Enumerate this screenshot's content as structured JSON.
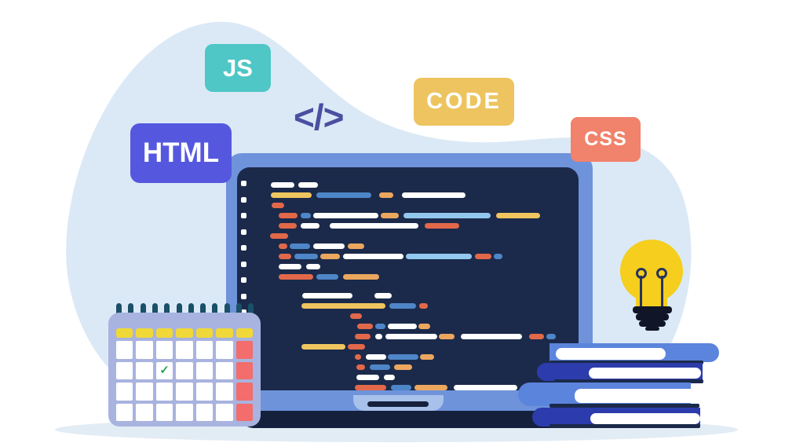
{
  "illustration": {
    "background": {
      "blob_color": "#DBE9F6",
      "page_color": "#FFFFFF",
      "shadow_color": "#E2ECF5"
    },
    "badges": [
      {
        "id": "js",
        "label": "JS",
        "bg": "#4EC7C6"
      },
      {
        "id": "html",
        "label": "HTML",
        "bg": "#5558DF"
      },
      {
        "id": "code",
        "label": "CODE",
        "bg": "#EDC45F"
      },
      {
        "id": "css",
        "label": "CSS",
        "bg": "#F1826B"
      }
    ],
    "code_tag_icon": {
      "glyph": "</>",
      "color": "#4B4FA0"
    },
    "laptop": {
      "frame_color": "#6E93DB",
      "screen_color": "#1B2A4A",
      "base_color": "#15203C",
      "hinge_notch_color": "#A7C1EB",
      "gutter_dot_color": "#FFFFFF",
      "gutter_dot_count": 13,
      "palette": {
        "w": "#FFFFFF",
        "y": "#EFC55F",
        "o": "#ECA75F",
        "r": "#E2684A",
        "b": "#4E86C8",
        "l": "#92C7EE"
      },
      "code_rows": [
        {
          "t": 19,
          "s": [
            [
              43,
              30,
              "w"
            ],
            [
              78,
              25,
              "w"
            ]
          ]
        },
        {
          "t": 32,
          "s": [
            [
              43,
              52,
              "y"
            ],
            [
              101,
              70,
              "b"
            ],
            [
              181,
              18,
              "o"
            ],
            [
              210,
              81,
              "w"
            ]
          ]
        },
        {
          "t": 45,
          "s": [
            [
              44,
              16,
              "r"
            ]
          ]
        },
        {
          "t": 58,
          "s": [
            [
              53,
              24,
              "r"
            ],
            [
              81,
              13,
              "b"
            ],
            [
              97,
              83,
              "w"
            ],
            [
              183,
              23,
              "o"
            ],
            [
              212,
              111,
              "l"
            ],
            [
              330,
              56,
              "y"
            ]
          ]
        },
        {
          "t": 71,
          "s": [
            [
              53,
              23,
              "r"
            ],
            [
              81,
              24,
              "w"
            ],
            [
              118,
              113,
              "w"
            ],
            [
              239,
              44,
              "r"
            ]
          ]
        },
        {
          "t": 84,
          "s": [
            [
              42,
              23,
              "r"
            ]
          ]
        },
        {
          "t": 97,
          "s": [
            [
              53,
              11,
              "r"
            ],
            [
              67,
              26,
              "b"
            ],
            [
              97,
              40,
              "w"
            ],
            [
              141,
              21,
              "o"
            ]
          ]
        },
        {
          "t": 110,
          "s": [
            [
              53,
              16,
              "r"
            ],
            [
              73,
              30,
              "b"
            ],
            [
              106,
              25,
              "o"
            ],
            [
              135,
              77,
              "w"
            ],
            [
              215,
              84,
              "l"
            ],
            [
              303,
              21,
              "r"
            ],
            [
              327,
              11,
              "b"
            ]
          ]
        },
        {
          "t": 123,
          "s": [
            [
              53,
              29,
              "w"
            ],
            [
              88,
              18,
              "w"
            ]
          ]
        },
        {
          "t": 136,
          "s": [
            [
              53,
              44,
              "r"
            ],
            [
              101,
              28,
              "b"
            ],
            [
              135,
              46,
              "o"
            ]
          ]
        },
        {
          "t": 160,
          "s": [
            [
              83,
              64,
              "w"
            ],
            [
              175,
              22,
              "w"
            ]
          ]
        },
        {
          "t": 173,
          "s": [
            [
              82,
              107,
              "y"
            ],
            [
              194,
              34,
              "b"
            ],
            [
              232,
              11,
              "r"
            ]
          ]
        },
        {
          "t": 186,
          "s": [
            [
              144,
              15,
              "r"
            ]
          ]
        },
        {
          "t": 199,
          "s": [
            [
              153,
              20,
              "r"
            ],
            [
              176,
              13,
              "b"
            ],
            [
              192,
              37,
              "w"
            ],
            [
              231,
              15,
              "o"
            ]
          ]
        },
        {
          "t": 212,
          "s": [
            [
              150,
              20,
              "r"
            ],
            [
              176,
              9,
              "w"
            ],
            [
              189,
              66,
              "w"
            ],
            [
              257,
              20,
              "o"
            ],
            [
              285,
              78,
              "w"
            ],
            [
              372,
              19,
              "r"
            ],
            [
              394,
              12,
              "b"
            ]
          ]
        },
        {
          "t": 225,
          "s": [
            [
              82,
              56,
              "y"
            ],
            [
              141,
              22,
              "r"
            ]
          ]
        },
        {
          "t": 238,
          "s": [
            [
              150,
              8,
              "r"
            ],
            [
              164,
              26,
              "w"
            ],
            [
              192,
              39,
              "b"
            ],
            [
              233,
              18,
              "o"
            ]
          ]
        },
        {
          "t": 251,
          "s": [
            [
              152,
              11,
              "r"
            ],
            [
              169,
              26,
              "b"
            ],
            [
              200,
              23,
              "o"
            ]
          ]
        },
        {
          "t": 264,
          "s": [
            [
              152,
              29,
              "w"
            ],
            [
              187,
              14,
              "w"
            ]
          ]
        },
        {
          "t": 277,
          "s": [
            [
              150,
              40,
              "r"
            ],
            [
              196,
              26,
              "b"
            ],
            [
              226,
              42,
              "o"
            ],
            [
              276,
              81,
              "w"
            ]
          ]
        }
      ]
    },
    "calendar": {
      "body_color": "#A9B3DF",
      "cell_color": "#FFFFFF",
      "weekend_color": "#F26D6B",
      "header_color": "#F0D838",
      "post_color": "#1A5068",
      "check_color": "#2FA25C",
      "check_glyph": "✓",
      "columns": 7,
      "rows": 4,
      "post_count": 12,
      "checked": {
        "row": 2,
        "col": 3
      }
    },
    "books": {
      "count": 4,
      "cover_light": "#5B84DC",
      "cover_dark": "#2C3CAD",
      "pages_color": "#FFFFFF",
      "edge_color": "#1B2A4A"
    },
    "lightbulb": {
      "bulb_color": "#F5CE1E",
      "hardware_color": "#101628",
      "filament_color": "#27335C"
    }
  }
}
